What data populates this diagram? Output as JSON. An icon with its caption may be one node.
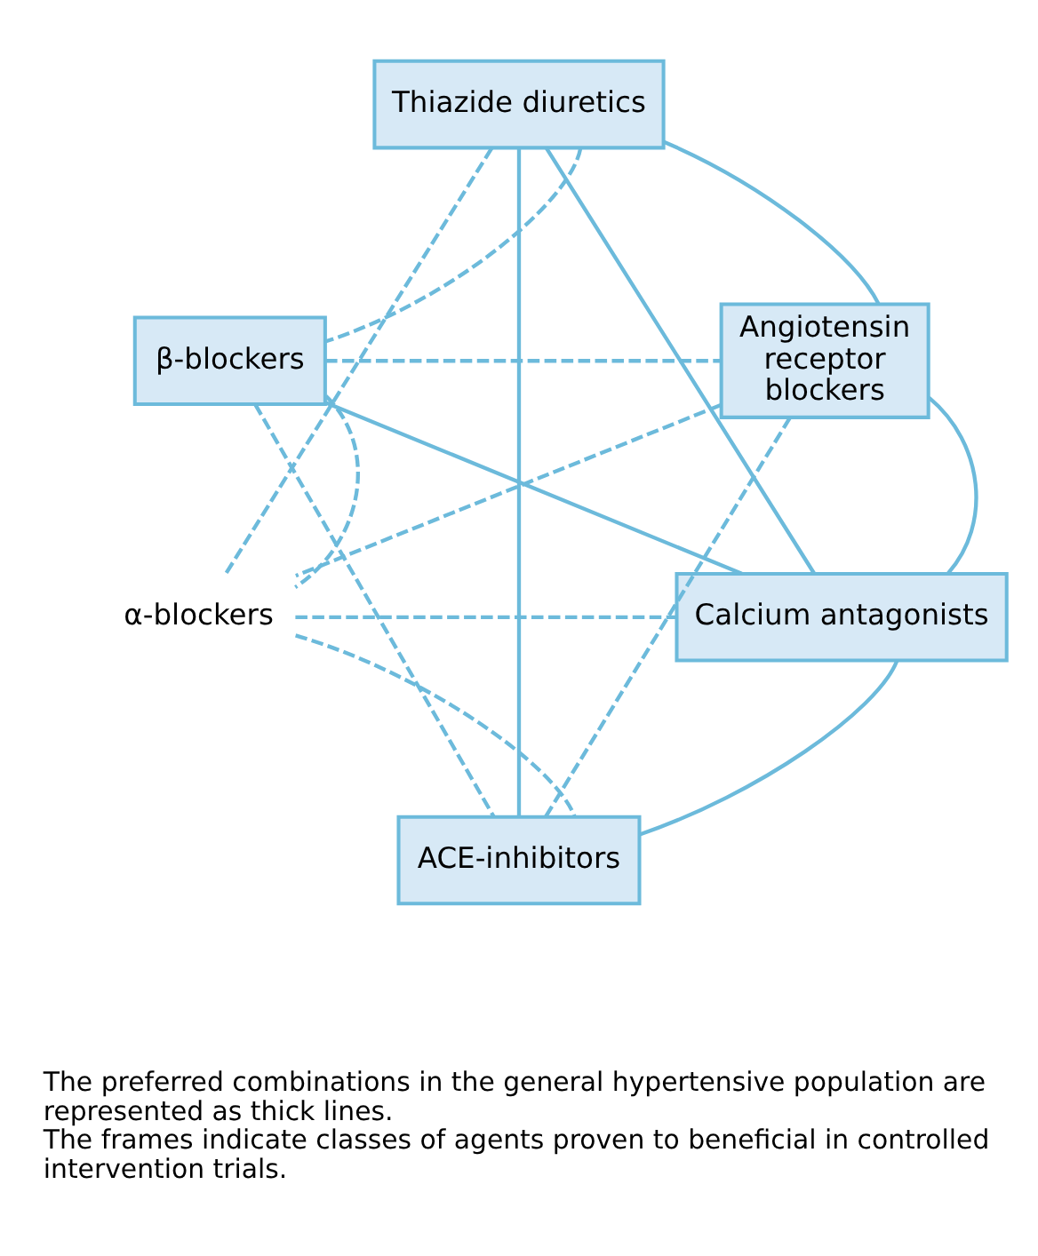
{
  "diagram": {
    "nodes": [
      {
        "text": [
          "Thiazide diuretics"
        ]
      },
      {
        "text": [
          "β-blockers"
        ]
      },
      {
        "text": [
          "Angiotensin receptor blockers"
        ]
      },
      {
        "text": [
          "α-blockers"
        ]
      },
      {
        "text": [
          "Calcium antagonists"
        ]
      },
      {
        "text": [
          "ACE-inhibitors"
        ]
      }
    ],
    "edges": [
      {
        "from": 0,
        "to": 1,
        "arrow": "none",
        "style": "dashed"
      },
      {
        "from": 0,
        "to": 2,
        "arrow": "none"
      },
      {
        "from": 0,
        "to": 3,
        "arrow": "none",
        "style": "dashed"
      },
      {
        "from": 0,
        "to": 4,
        "arrow": "none"
      },
      {
        "from": 0,
        "to": 5,
        "arrow": "none"
      },
      {
        "from": 1,
        "to": 2,
        "arrow": "none",
        "style": "dashed"
      },
      {
        "from": 1,
        "to": 3,
        "arrow": "none",
        "style": "dashed"
      },
      {
        "from": 1,
        "to": 4,
        "arrow": "none"
      },
      {
        "from": 1,
        "to": 5,
        "arrow": "none",
        "style": "dashed"
      },
      {
        "from": 2,
        "to": 3,
        "arrow": "none",
        "style": "dashed"
      },
      {
        "from": 2,
        "to": 4,
        "arrow": "none"
      },
      {
        "from": 2,
        "to": 5,
        "arrow": "none",
        "style": "dashed"
      },
      {
        "from": 3,
        "to": 4,
        "arrow": "none",
        "style": "dashed"
      },
      {
        "from": 3,
        "to": 5,
        "arrow": "none",
        "style": "dashed"
      },
      {
        "from": 4,
        "to": 5,
        "arrow": "none"
      }
    ],
    "labels": [
      "The preferred combinations in the general hypertensive population are represented as thick lines.",
      "The frames indicate classes of agents proven to beneficial in controlled intervention trials."
    ]
  }
}
